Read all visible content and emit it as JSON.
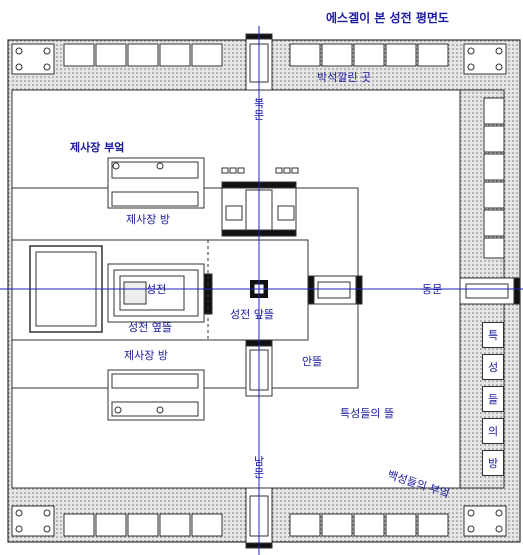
{
  "title": "에스겔이 본 성전 평면도",
  "labels": {
    "outer_court_pavement": "박석깔린 곳",
    "priests_kitchen": "제사장 부엌",
    "priests_room_north": "제사장 방",
    "priests_room_south": "제사장 방",
    "temple": "성전",
    "temple_side_court": "성전 옆뜰",
    "temple_front_court": "성전 앞뜰",
    "east_gate": "동문",
    "inner_court": "안뜰",
    "levites_court": "특성들의 뜰",
    "peoples_kitchen": "백성들의 부엌"
  },
  "vertical_labels": {
    "north_gate": "북문",
    "south_gate": "남문"
  },
  "priests_cells": [
    "특",
    "성",
    "들",
    "의",
    "방"
  ],
  "colors": {
    "axis": "#2020c0",
    "label": "#1a1aa0",
    "pavement": "#d8d8d8",
    "wall": "#333333",
    "dark": "#111111"
  }
}
